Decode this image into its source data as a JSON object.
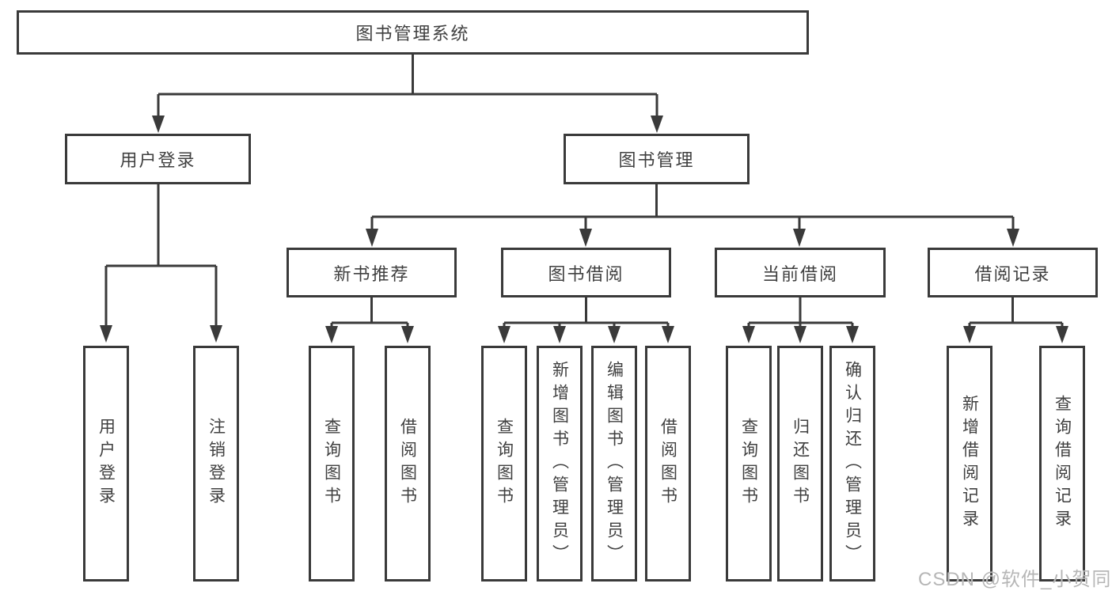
{
  "diagram": {
    "title": "图书管理系统",
    "watermark": "CSDN @软件_小贺同学",
    "nodes": {
      "root": "图书管理系统",
      "l2": [
        "用户登录",
        "图书管理"
      ],
      "l3": [
        "新书推荐",
        "图书借阅",
        "当前借阅",
        "借阅记录"
      ],
      "leaves": [
        "用户登录",
        "注销登录",
        "查询图书",
        "借阅图书",
        "查询图书",
        "新增图书（管理员）",
        "编辑图书（管理员）",
        "借阅图书",
        "查询图书",
        "归还图书",
        "确认归还（管理员）",
        "新增借阅记录",
        "查询借阅记录"
      ]
    },
    "hierarchy": {
      "图书管理系统": [
        "用户登录",
        "图书管理"
      ],
      "用户登录": [
        "用户登录",
        "注销登录"
      ],
      "图书管理": [
        "新书推荐",
        "图书借阅",
        "当前借阅",
        "借阅记录"
      ],
      "新书推荐": [
        "查询图书",
        "借阅图书"
      ],
      "图书借阅": [
        "查询图书",
        "新增图书（管理员）",
        "编辑图书（管理员）",
        "借阅图书"
      ],
      "当前借阅": [
        "查询图书",
        "归还图书",
        "确认归还（管理员）"
      ],
      "借阅记录": [
        "新增借阅记录",
        "查询借阅记录"
      ]
    },
    "colors": {
      "line": "#3a3a3a",
      "text": "#404040",
      "watermark": "#b6b6b6",
      "background": "#ffffff"
    }
  }
}
